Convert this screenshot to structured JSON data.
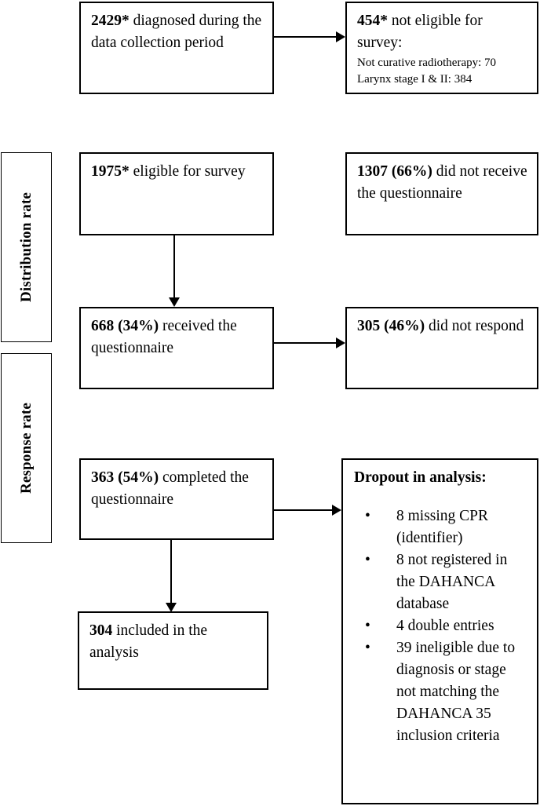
{
  "flowchart": {
    "side_labels": [
      {
        "name": "distribution-rate",
        "text": "Distribution rate"
      },
      {
        "name": "response-rate",
        "text": "Response rate"
      }
    ],
    "boxes": {
      "diagnosed": {
        "count": "2429*",
        "text": " diagnosed during the data collection period",
        "full": "2429* diagnosed during the data collection period"
      },
      "not_eligible": {
        "count": "454*",
        "text": " not eligible for survey:",
        "sub_lines": [
          "Not curative radiotherapy: 70",
          "Larynx stage I & II: 384"
        ]
      },
      "eligible": {
        "count": "1975*",
        "text": " eligible for survey"
      },
      "did_not_receive": {
        "count": "1307 (66%)",
        "text": " did not receive the questionnaire"
      },
      "received": {
        "count": "668 (34%)",
        "text": " received the questionnaire"
      },
      "did_not_respond": {
        "count": "305 (46%)",
        "text": " did not respond"
      },
      "completed": {
        "count": "363 (54%)",
        "text": " completed the questionnaire"
      },
      "included": {
        "count": "304",
        "text": " included in the analysis"
      },
      "dropout": {
        "title": "Dropout in analysis:",
        "bullet_glyph": "•",
        "bullets": [
          "8 missing CPR (identifier)",
          "8 not registered in the DAHANCA database",
          "4 double entries",
          "39 ineligible due to diagnosis or stage not matching the DAHANCA 35 inclusion criteria"
        ]
      }
    },
    "colors": {
      "border": "#000000",
      "background": "#ffffff",
      "text": "#000000"
    }
  }
}
